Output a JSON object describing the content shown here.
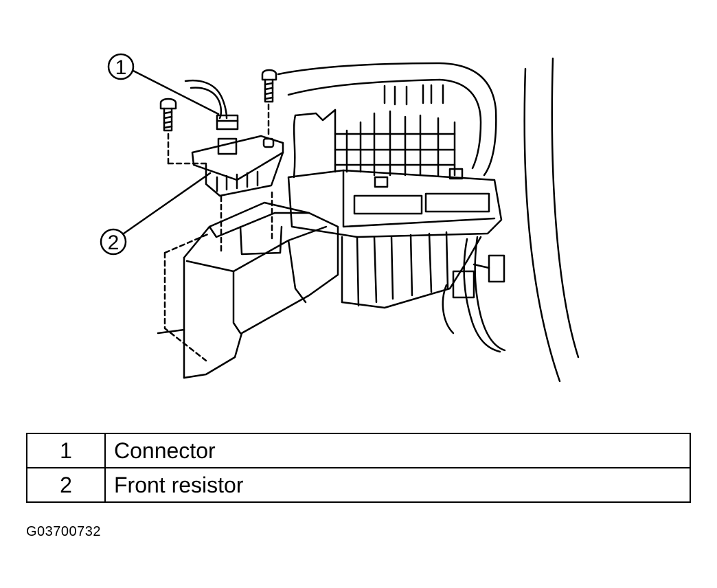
{
  "callouts": [
    {
      "number": "1",
      "label": "Connector"
    },
    {
      "number": "2",
      "label": "Front resistor"
    }
  ],
  "legend": {
    "rows": [
      {
        "number": "1",
        "description": "Connector"
      },
      {
        "number": "2",
        "description": "Front resistor"
      }
    ]
  },
  "figure_id": "G03700732"
}
